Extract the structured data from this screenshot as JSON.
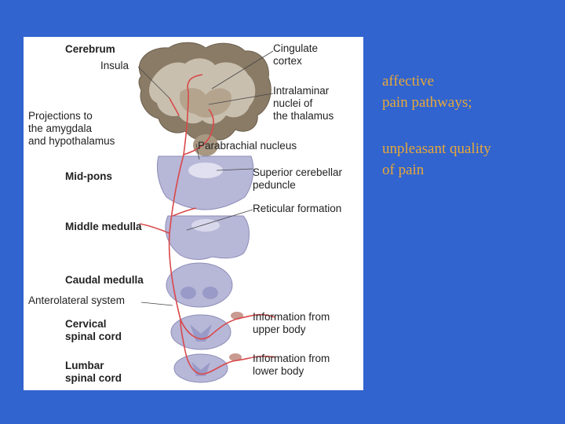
{
  "diagram": {
    "labels_left": {
      "cerebrum": "Cerebrum",
      "insula": "Insula",
      "projections": "Projections to\nthe amygdala\nand hypothalamus",
      "mid_pons": "Mid-pons",
      "middle_medulla": "Middle medulla",
      "caudal_medulla": "Caudal medulla",
      "anterolateral": "Anterolateral system",
      "cervical": "Cervical\nspinal cord",
      "lumbar": "Lumbar\nspinal cord"
    },
    "labels_right": {
      "cingulate": "Cingulate\ncortex",
      "intralaminar": "Intralaminar\nnuclei of\nthe thalamus",
      "parabrachial": "Parabrachial nucleus",
      "superior_cerebellar": "Superior cerebellar\npeduncle",
      "reticular": "Reticular formation",
      "upper_body": "Information from\nupper body",
      "lower_body": "Information from\nlower body"
    }
  },
  "side_text": {
    "line1": "affective",
    "line2": "pain pathways;",
    "line3": "unpleasant quality",
    "line4": "of pain"
  },
  "colors": {
    "background": "#3164cf",
    "side_text": "#e8a838",
    "pathway": "#d9484a",
    "tissue": "#b7b7d8"
  }
}
